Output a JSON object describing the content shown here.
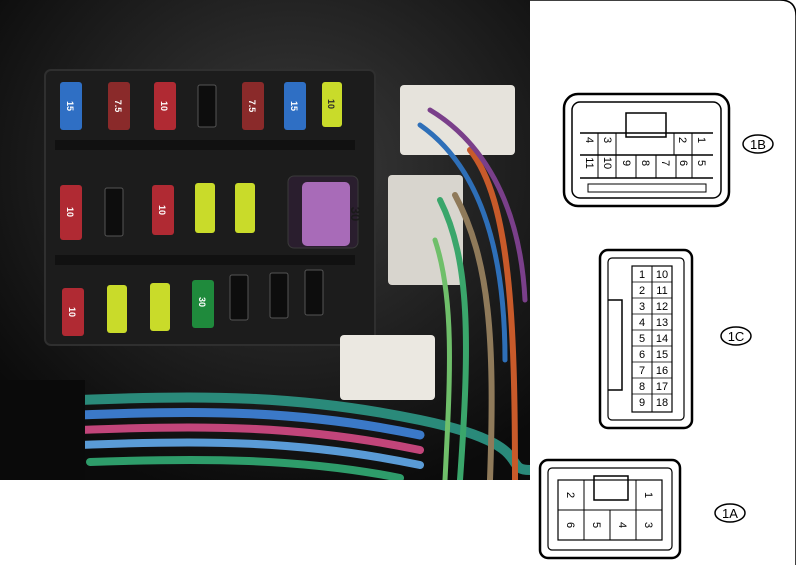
{
  "photo": {
    "fuse_rows": [
      [
        "15",
        "7.5",
        "10",
        "",
        "7.5",
        "15",
        "10"
      ],
      [
        "10",
        "",
        "10",
        "",
        ""
      ],
      [
        "10",
        "",
        "",
        "30",
        "",
        "",
        ""
      ]
    ],
    "large_fuse": "30"
  },
  "connectors": {
    "c1b": {
      "label": "1B",
      "top_row": [
        "4",
        "3",
        "2",
        "1"
      ],
      "bottom_row": [
        "11",
        "10",
        "9",
        "8",
        "7",
        "6",
        "5"
      ]
    },
    "c1c": {
      "label": "1C",
      "left_col": [
        "1",
        "2",
        "3",
        "4",
        "5",
        "6",
        "7",
        "8",
        "9"
      ],
      "right_col": [
        "10",
        "11",
        "12",
        "13",
        "14",
        "15",
        "16",
        "17",
        "18"
      ]
    },
    "c1a": {
      "label": "1A",
      "top_row": [
        "2",
        "1"
      ],
      "bottom_row": [
        "6",
        "5",
        "4",
        "3"
      ]
    }
  }
}
